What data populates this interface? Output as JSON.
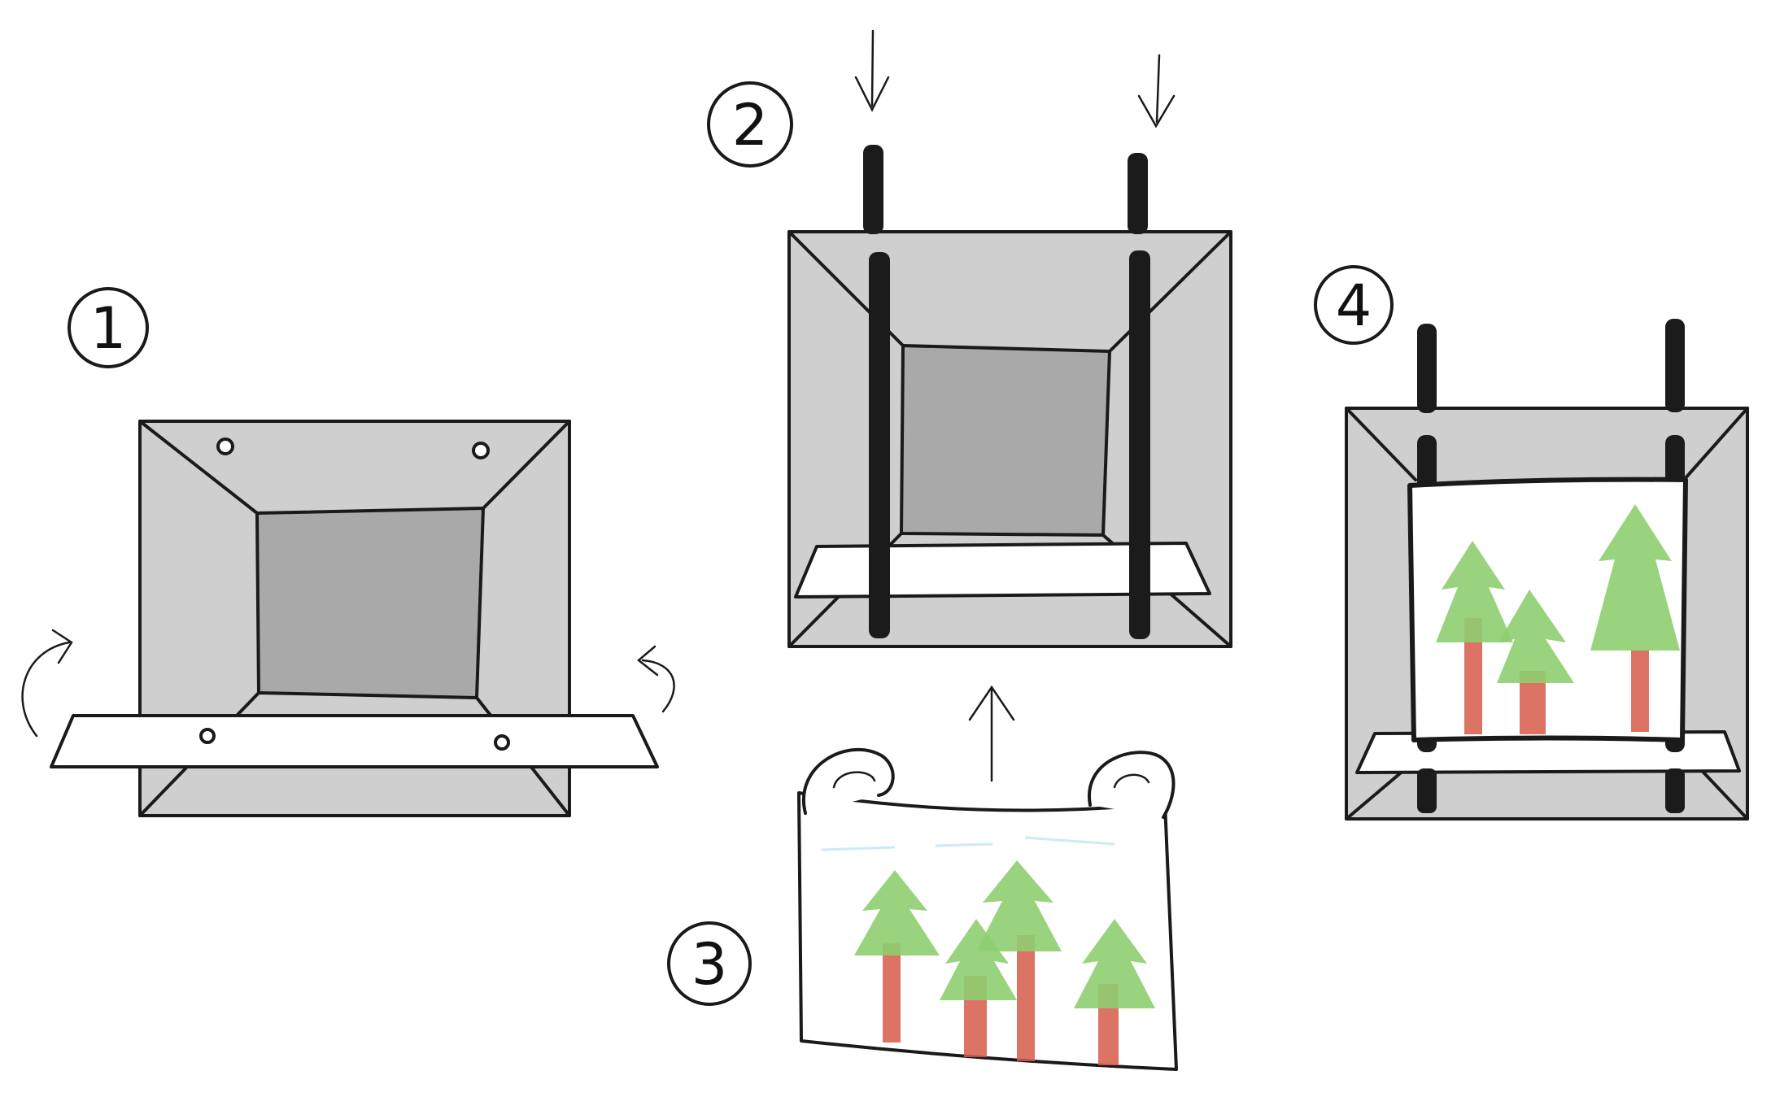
{
  "steps": [
    {
      "number": "1",
      "name": "box-with-shelf"
    },
    {
      "number": "2",
      "name": "insert-rods"
    },
    {
      "number": "3",
      "name": "scroll-drawing"
    },
    {
      "number": "4",
      "name": "assembled-scene"
    }
  ],
  "colors": {
    "box": "#cfcfcf",
    "box_inner": "#a9a9a9",
    "ink": "#1a1a1a",
    "tree_green": "#8fce70",
    "trunk_red": "#d65a4a",
    "sky_blue": "#bfe6ef"
  }
}
